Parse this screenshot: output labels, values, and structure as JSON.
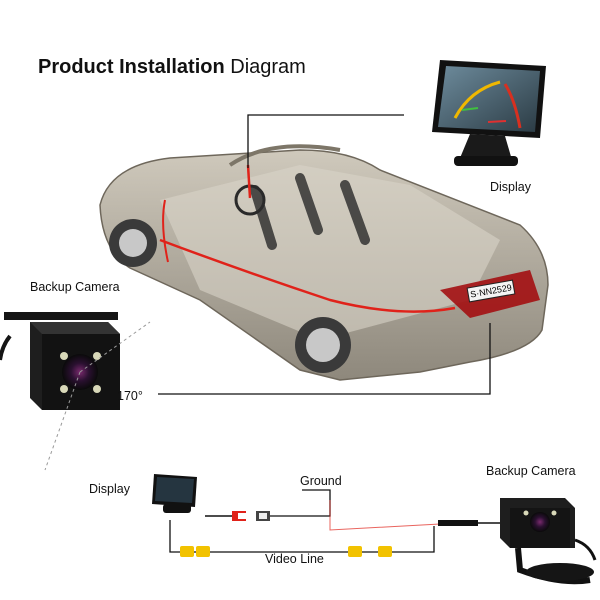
{
  "title": {
    "bold": "Product Installation",
    "normal": "Diagram"
  },
  "labels": {
    "display_top": "Display",
    "backup_camera_left": "Backup Camera",
    "angle": "170°",
    "display_bottom": "Display",
    "ground": "Ground",
    "backup_camera_bottom": "Backup Camera",
    "video_line": "Video Line"
  },
  "license_plate": "S·NN2529",
  "colors": {
    "red_wire": "#e0221a",
    "video_plug": "#f2c200",
    "car_body": "#b3ab9b",
    "line": "#111111"
  }
}
